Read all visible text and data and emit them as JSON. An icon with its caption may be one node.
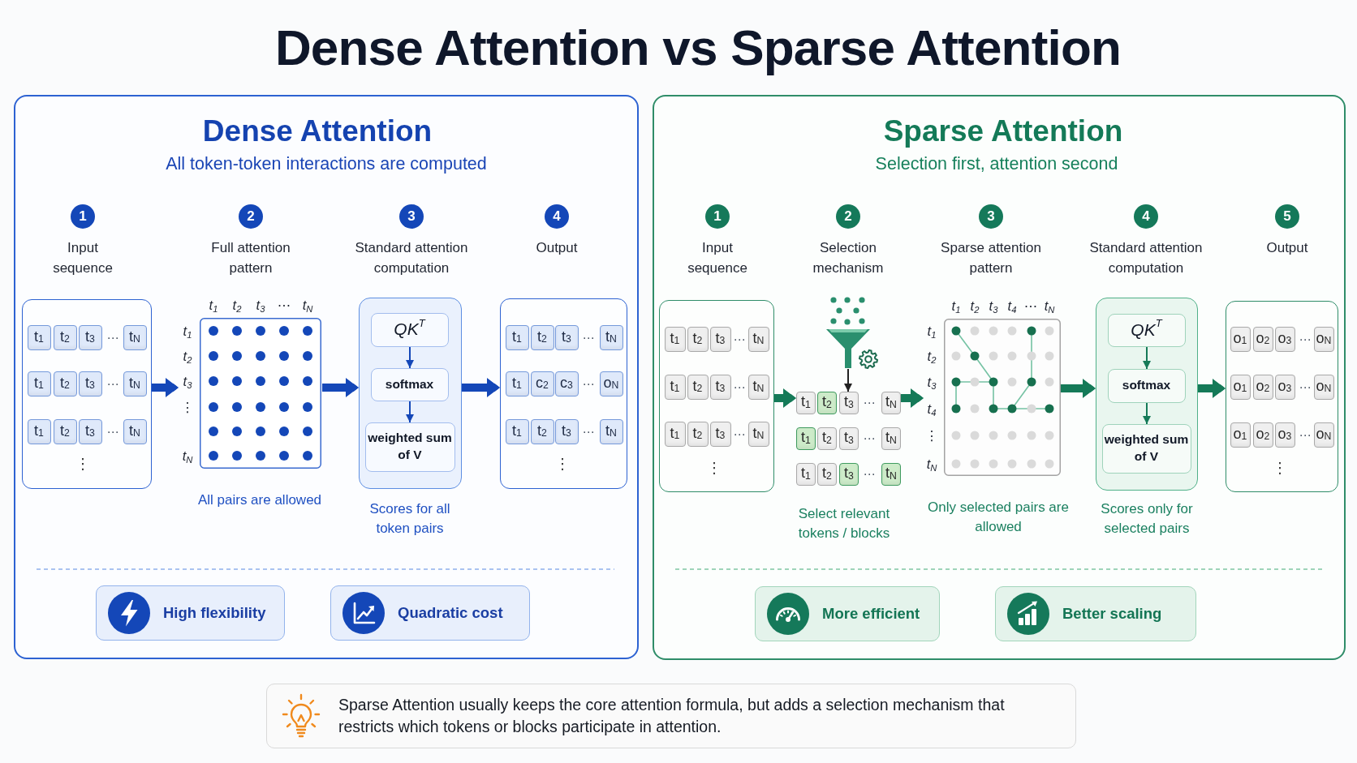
{
  "diagram": {
    "title": "Dense Attention vs Sparse Attention",
    "nodes": [
      {
        "text": [
          "Dense Attention",
          "All token-token interactions are computed"
        ]
      },
      {
        "text": [
          "1"
        ],
        "in": 0,
        "beside": [
          "Input sequence"
        ]
      },
      {
        "text": [
          "2"
        ],
        "in": 0,
        "beside": [
          "Full attention pattern"
        ]
      },
      {
        "text": [
          "3"
        ],
        "in": 0,
        "beside": [
          "Standard attention computation"
        ]
      },
      {
        "text": [
          "4"
        ],
        "in": 0,
        "beside": [
          "Output"
        ]
      },
      {
        "text": [],
        "shape": "box",
        "in": 0
      },
      {
        "text": [
          "t$_{1}$"
        ],
        "in": 5
      },
      {
        "text": [
          "t$_{2}$"
        ],
        "in": 5
      },
      {
        "text": [
          "t$_{3}$"
        ],
        "in": 5
      },
      {
        "text": [
          "t$_{N}$"
        ],
        "in": 5
      },
      {
        "text": [
          "t$_{1}$"
        ],
        "in": 5
      },
      {
        "text": [
          "t$_{2}$"
        ],
        "in": 5
      },
      {
        "text": [
          "t$_{3}$"
        ],
        "in": 5
      },
      {
        "text": [
          "t$_{N}$"
        ],
        "in": 5
      },
      {
        "text": [
          "t$_{1}$"
        ],
        "in": 5
      },
      {
        "text": [
          "t$_{2}$"
        ],
        "in": 5
      },
      {
        "text": [
          "t$_{3}$"
        ],
        "in": 5
      },
      {
        "text": [
          "t$_{N}$"
        ],
        "in": 5
      },
      {
        "text": [],
        "shape": "box",
        "in": 0,
        "beside": [
          "t$_{1}$",
          "t$_{2}$",
          "t$_{3}$",
          "⋯",
          "t$_{N}$",
          "t$_{1}$",
          "t$_{2}$",
          "t$_{3}$",
          "⋮",
          "t$_{N}$",
          "All pairs are allowed"
        ]
      },
      {
        "text": [],
        "shape": "box",
        "in": 0,
        "beside": [
          "Scores for all token pairs"
        ]
      },
      {
        "text": [
          "QK$^{T}$"
        ],
        "in": 19
      },
      {
        "text": [
          "softmax"
        ],
        "in": 19
      },
      {
        "text": [
          "weighted sum of V"
        ],
        "in": 19
      },
      {
        "text": [],
        "shape": "box",
        "in": 0
      },
      {
        "text": [
          "t$_{1}$"
        ],
        "in": 23
      },
      {
        "text": [
          "t$_{2}$"
        ],
        "in": 23
      },
      {
        "text": [
          "t$_{3}$"
        ],
        "in": 23
      },
      {
        "text": [
          "t$_{N}$"
        ],
        "in": 23
      },
      {
        "text": [
          "t$_{1}$"
        ],
        "in": 23
      },
      {
        "text": [
          "c$_{2}$"
        ],
        "in": 23
      },
      {
        "text": [
          "c$_{3}$"
        ],
        "in": 23
      },
      {
        "text": [
          "o$_{N}$"
        ],
        "in": 23
      },
      {
        "text": [
          "t$_{1}$"
        ],
        "in": 23
      },
      {
        "text": [
          "t$_{2}$"
        ],
        "in": 23
      },
      {
        "text": [
          "t$_{3}$"
        ],
        "in": 23
      },
      {
        "text": [
          "t$_{N}$"
        ],
        "in": 23
      },
      {
        "text": [
          "High flexibility"
        ],
        "in": 0
      },
      {
        "text": [
          "Quadratic cost"
        ],
        "in": 0
      },
      {
        "text": [
          "Sparse Attention",
          "Selection first, attention second"
        ]
      },
      {
        "text": [
          "1"
        ],
        "in": 38,
        "beside": [
          "Input sequence"
        ]
      },
      {
        "text": [
          "2"
        ],
        "in": 38,
        "beside": [
          "Selection mechanism"
        ]
      },
      {
        "text": [
          "3"
        ],
        "in": 38,
        "beside": [
          "Sparse attention pattern"
        ]
      },
      {
        "text": [
          "4"
        ],
        "in": 38,
        "beside": [
          "Standard attention computation"
        ]
      },
      {
        "text": [
          "5"
        ],
        "in": 38,
        "beside": [
          "Output"
        ]
      },
      {
        "text": [],
        "shape": "box",
        "in": 38
      },
      {
        "text": [
          "t$_{1}$"
        ],
        "in": 44
      },
      {
        "text": [
          "t$_{2}$"
        ],
        "in": 44
      },
      {
        "text": [
          "t$_{3}$"
        ],
        "in": 44
      },
      {
        "text": [
          "t$_{N}$"
        ],
        "in": 44
      },
      {
        "text": [
          "t$_{1}$"
        ],
        "in": 44
      },
      {
        "text": [
          "t$_{2}$"
        ],
        "in": 44
      },
      {
        "text": [
          "t$_{3}$"
        ],
        "in": 44
      },
      {
        "text": [
          "t$_{N}$"
        ],
        "in": 44
      },
      {
        "text": [
          "t$_{1}$"
        ],
        "in": 44
      },
      {
        "text": [
          "t$_{2}$"
        ],
        "in": 44
      },
      {
        "text": [
          "t$_{3}$"
        ],
        "in": 44
      },
      {
        "text": [
          "t$_{N}$"
        ],
        "in": 44
      },
      {
        "text": [],
        "shape": "picture",
        "in": 38
      },
      {
        "text": [
          "t$_{1}$"
        ],
        "in": 38
      },
      {
        "text": [
          "t$_{2}$"
        ],
        "in": 38
      },
      {
        "text": [
          "t$_{3}$"
        ],
        "in": 38
      },
      {
        "text": [
          "t$_{N}$"
        ],
        "in": 38
      },
      {
        "text": [
          "t$_{1}$"
        ],
        "in": 38
      },
      {
        "text": [
          "t$_{2}$"
        ],
        "in": 38
      },
      {
        "text": [
          "t$_{3}$"
        ],
        "in": 38
      },
      {
        "text": [
          "t$_{N}$"
        ],
        "in": 38
      },
      {
        "text": [
          "t$_{1}$"
        ],
        "in": 38
      },
      {
        "text": [
          "t$_{2}$"
        ],
        "in": 38
      },
      {
        "text": [
          "t$_{3}$"
        ],
        "in": 38
      },
      {
        "text": [
          "t$_{N}$"
        ],
        "in": 38
      },
      {
        "text": [],
        "shape": "box",
        "in": 38,
        "beside": [
          "t$_{1}$",
          "t$_{2}$",
          "t$_{3}$",
          "t$_{4}$",
          "⋯",
          "t$_{N}$",
          "t$_{1}$",
          "t$_{2}$",
          "t$_{3}$",
          "t$_{4}$",
          "⋮",
          "t$_{N}$",
          "Only selected pairs are allowed"
        ]
      },
      {
        "text": [],
        "shape": "box",
        "in": 38,
        "beside": [
          "Scores only for selected pairs"
        ]
      },
      {
        "text": [
          "QK$^{T}$"
        ],
        "in": 71
      },
      {
        "text": [
          "softmax"
        ],
        "in": 71
      },
      {
        "text": [
          "weighted sum of V"
        ],
        "in": 71
      },
      {
        "text": [],
        "shape": "box",
        "in": 38
      },
      {
        "text": [
          "o$_{1}$"
        ],
        "in": 75
      },
      {
        "text": [
          "o$_{2}$"
        ],
        "in": 75
      },
      {
        "text": [
          "o$_{3}$"
        ],
        "in": 75
      },
      {
        "text": [
          "o$_{N}$"
        ],
        "in": 75
      },
      {
        "text": [
          "o$_{1}$"
        ],
        "in": 75
      },
      {
        "text": [
          "o$_{2}$"
        ],
        "in": 75
      },
      {
        "text": [
          "o$_{3}$"
        ],
        "in": 75
      },
      {
        "text": [
          "o$_{N}$"
        ],
        "in": 75
      },
      {
        "text": [
          "o$_{1}$"
        ],
        "in": 75
      },
      {
        "text": [
          "o$_{2}$"
        ],
        "in": 75
      },
      {
        "text": [
          "o$_{3}$"
        ],
        "in": 75
      },
      {
        "text": [
          "o$_{N}$"
        ],
        "in": 75
      },
      {
        "text": [
          "More efficient"
        ],
        "in": 38
      },
      {
        "text": [
          "Better scaling"
        ],
        "in": 38
      },
      {
        "text": [
          "Sparse Attention usually keeps the core attention formula, but adds a selection mechanism that restricts which tokens or blocks participate in attention."
        ]
      }
    ],
    "edges": [
      {
        "from": 5,
        "to": 18,
        "arrow": "to",
        "color": "#1447b8"
      },
      {
        "from": 18,
        "to": 19,
        "arrow": "to",
        "color": "#1447b8"
      },
      {
        "from": 19,
        "to": 23,
        "arrow": "to",
        "color": "#1447b8"
      },
      {
        "from": 20,
        "to": 21,
        "arrow": "to",
        "color": "#1447b8"
      },
      {
        "from": 21,
        "to": 22,
        "arrow": "to",
        "color": "#1447b8"
      },
      {
        "from": 44,
        "to": 58,
        "arrow": "to"
      },
      {
        "from": 57,
        "to": 60,
        "arrow": "to",
        "color": "#222222"
      },
      {
        "from": 61,
        "to": 70,
        "arrow": "to"
      },
      {
        "from": 70,
        "to": 71,
        "arrow": "to"
      },
      {
        "from": 71,
        "to": 75,
        "arrow": "to"
      },
      {
        "from": 72,
        "to": 73,
        "arrow": "to"
      },
      {
        "from": 73,
        "to": 74,
        "arrow": "to"
      }
    ],
    "labels": [
      "⋯",
      "⋯",
      "⋯",
      "⋮",
      "⋯",
      "⋯",
      "⋯",
      "⋮",
      "⋯",
      "⋯",
      "⋯",
      "⋮",
      "⋯",
      "⋯",
      "⋯",
      "Select relevant tokens / blocks",
      "⋯",
      "⋯",
      "⋯",
      "⋮"
    ]
  }
}
